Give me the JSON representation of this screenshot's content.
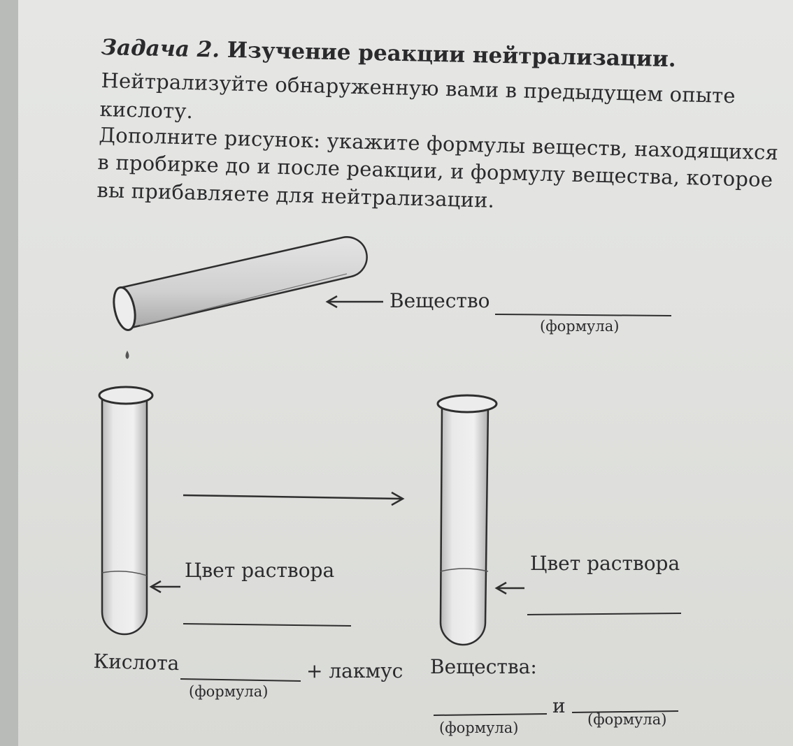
{
  "task": {
    "title_number": "Задача 2.",
    "title_text": "Изучение реакции нейтрализации.",
    "line1": "Нейтрализуйте обнаруженную вами в предыдущем опыте",
    "line2": "кислоту.",
    "line3": "Дополните рисунок: укажите формулы веществ, находящихся",
    "line4": "в пробирке до и после реакции, и формулу вещества, которое",
    "line5": "вы прибавляете для нейтрализации."
  },
  "figure": {
    "substance_label": "Вещество",
    "formula_caption": "(формула)",
    "solution_color_label": "Цвет раствора",
    "acid_label": "Кислота",
    "litmus_label": "+ лакмус",
    "substances_label": "Вещества:",
    "and_label": "и"
  },
  "colors": {
    "ink": "#2a2a2c",
    "paper": "#e2e3e0"
  }
}
